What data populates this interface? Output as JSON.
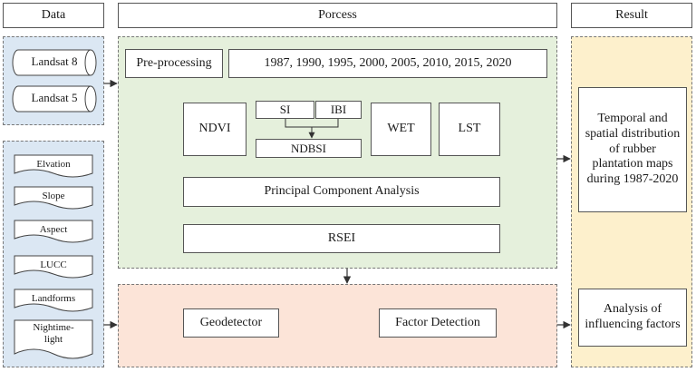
{
  "headers": {
    "data": "Data",
    "process": "Porcess",
    "result": "Result"
  },
  "colors": {
    "data_panel": "#dbe7f3",
    "process_panel": "#e5f0dc",
    "detect_panel": "#fce4d8",
    "result_panel": "#fdf0cc",
    "line": "#333333"
  },
  "satellite": {
    "landsat8": "Landsat 8",
    "landsat5": "Landsat 5"
  },
  "factors": [
    "Elvation",
    "Slope",
    "Aspect",
    "LUCC",
    "Landforms",
    "Nightime-light"
  ],
  "process": {
    "preprocessing": "Pre-processing",
    "years": "1987, 1990, 1995, 2000, 2005, 2010, 2015, 2020",
    "ndvi": "NDVI",
    "si": "SI",
    "ibi": "IBI",
    "ndbsi": "NDBSI",
    "wet": "WET",
    "lst": "LST",
    "pca": "Principal Component Analysis",
    "rsei": "RSEI",
    "geodetector": "Geodetector",
    "factor_detection": "Factor Detection"
  },
  "results": {
    "maps": "Temporal and spatial distribution of rubber plantation maps during 1987-2020",
    "analysis": "Analysis of influencing factors"
  }
}
